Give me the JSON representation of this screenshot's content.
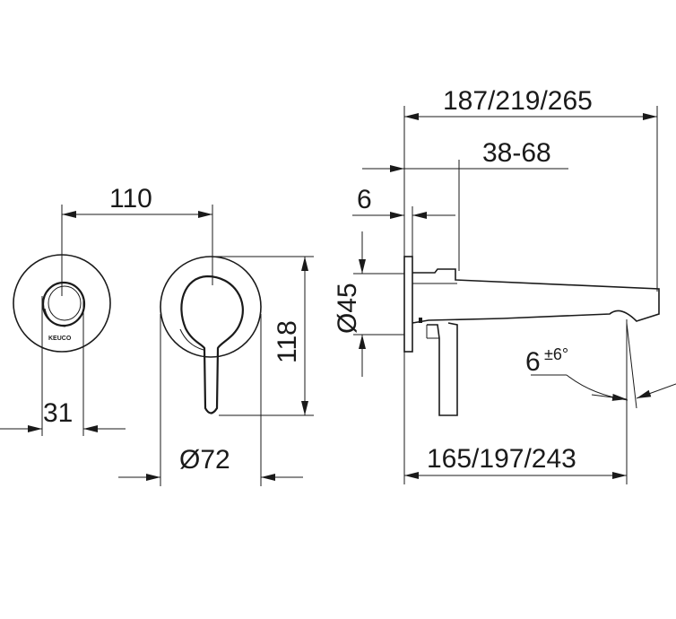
{
  "drawing": {
    "brand": "KEUCO",
    "dimensions": {
      "button_spacing": "110",
      "button_diameter": "31",
      "cover_diameter": "Ø72",
      "lever_height": "118",
      "spout_total": "187/219/265",
      "wall_range": "38-68",
      "plate_thickness": "6",
      "spout_diameter": "Ø45",
      "spout_projection": "165/197/243",
      "tilt_base": "6",
      "tilt_tolerance": "±6°"
    }
  }
}
